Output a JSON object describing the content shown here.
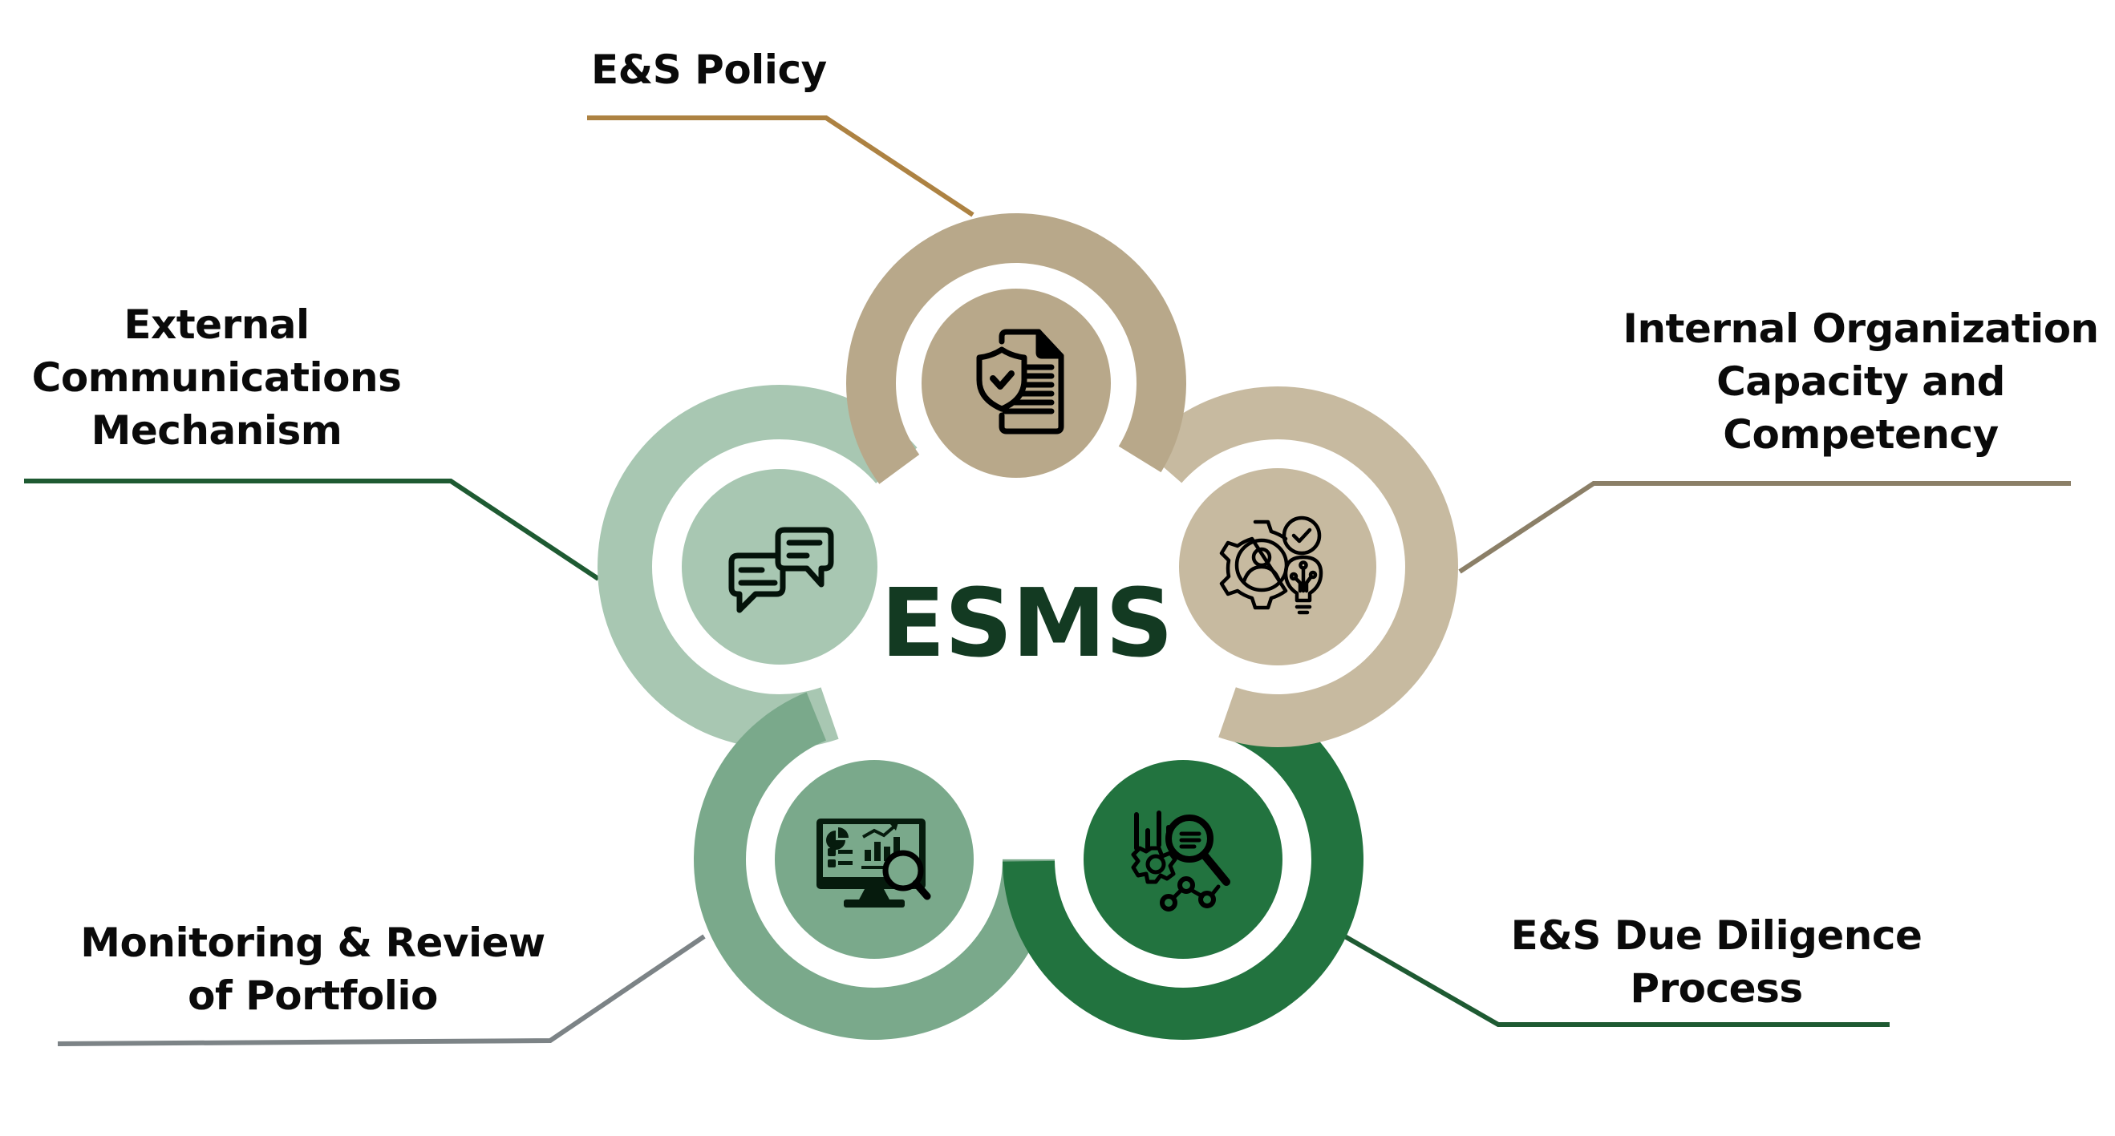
{
  "diagram": {
    "title": "ESMS",
    "title_color": "#133a22",
    "segments": [
      {
        "id": "es-policy",
        "label_lines": [
          "E&S Policy"
        ],
        "icon": "shield-document-icon",
        "ring_color": "#b8a88a",
        "disc_color": "#b8a88a",
        "connector_color": "#ad8242"
      },
      {
        "id": "internal-organization",
        "label_lines": [
          "Internal Organization",
          "Capacity and",
          "Competency"
        ],
        "icon": "gear-person-lightbulb-icon",
        "ring_color": "#c7baa0",
        "disc_color": "#c7baa0",
        "connector_color": "#8b7f67"
      },
      {
        "id": "due-diligence",
        "label_lines": [
          "E&S Due Diligence",
          "Process"
        ],
        "icon": "analysis-gear-magnifier-icon",
        "ring_color": "#22733f",
        "disc_color": "#22733f",
        "connector_color": "#1e5a32"
      },
      {
        "id": "monitoring-review",
        "label_lines": [
          "Monitoring & Review",
          "of Portfolio"
        ],
        "icon": "monitor-dashboard-magnifier-icon",
        "ring_color": "#7aa98b",
        "disc_color": "#7aa98b",
        "connector_color": "#7c8386"
      },
      {
        "id": "external-communications",
        "label_lines": [
          "External",
          "Communications",
          "Mechanism"
        ],
        "icon": "chat-bubbles-icon",
        "ring_color": "#a8c7b2",
        "disc_color": "#a8c7b2",
        "connector_color": "#1e5a32"
      }
    ]
  }
}
